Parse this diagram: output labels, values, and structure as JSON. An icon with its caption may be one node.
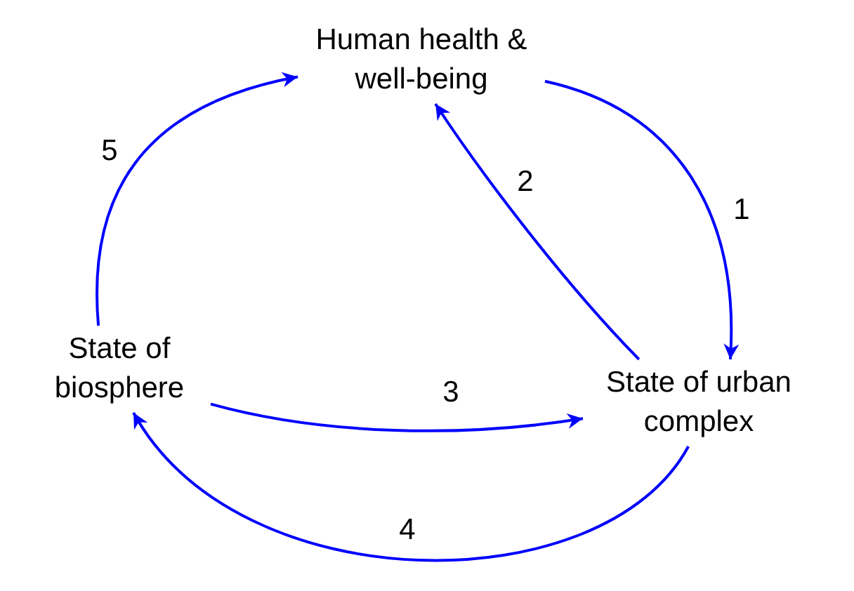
{
  "diagram": {
    "nodes": [
      {
        "text": [
          "Human health & well-being"
        ]
      },
      {
        "text": [
          "State of urban complex"
        ]
      },
      {
        "text": [
          "State of biosphere"
        ]
      }
    ],
    "edges": [
      {
        "from": 0,
        "to": 1,
        "arrow": "to",
        "label": "1"
      },
      {
        "from": 1,
        "to": 0,
        "arrow": "to",
        "label": "2"
      },
      {
        "from": 2,
        "to": 1,
        "arrow": "to",
        "label": "3"
      },
      {
        "from": 1,
        "to": 2,
        "arrow": "to",
        "label": "4"
      },
      {
        "from": 2,
        "to": 0,
        "arrow": "to",
        "label": "5"
      }
    ]
  }
}
